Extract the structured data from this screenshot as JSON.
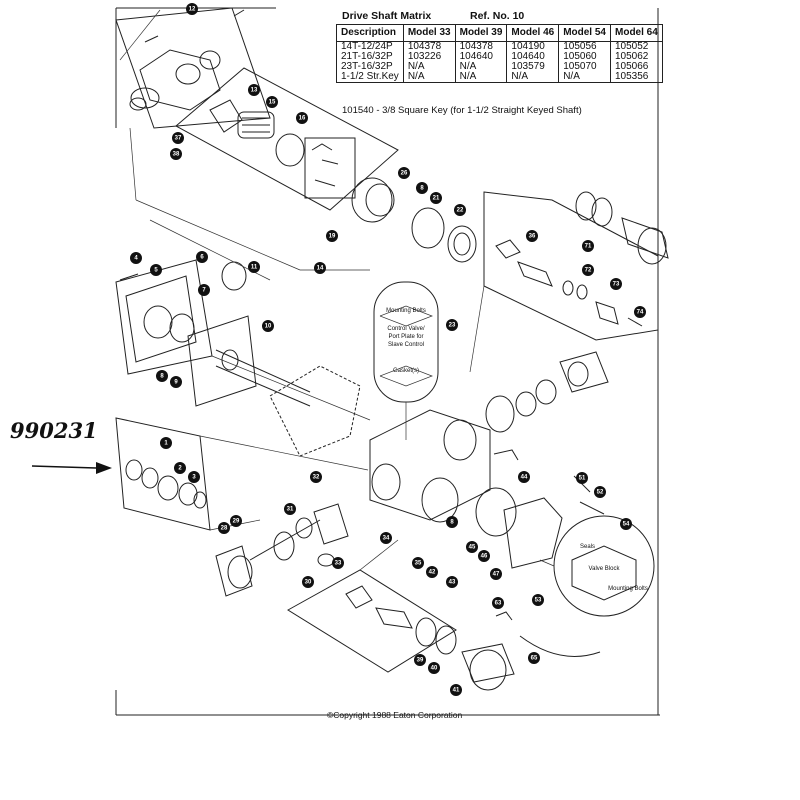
{
  "header": {
    "table_title": "Drive Shaft Matrix",
    "ref_no": "Ref. No. 10"
  },
  "matrix": {
    "columns": [
      "Description",
      "Model 33",
      "Model 39",
      "Model 46",
      "Model 54",
      "Model 64"
    ],
    "rows": [
      [
        "14T-12/24P",
        "104378",
        "104378",
        "104190",
        "105056",
        "105052"
      ],
      [
        "21T-16/32P",
        "103226",
        "104640",
        "104640",
        "105060",
        "105062"
      ],
      [
        "23T-16/32P",
        "N/A",
        "N/A",
        "103579",
        "105070",
        "105066"
      ],
      [
        "1-1/2 Str.Key",
        "N/A",
        "N/A",
        "N/A",
        "N/A",
        "105356"
      ]
    ]
  },
  "note": "101540 - 3/8 Square Key (for 1-1/2 Straight Keyed Shaft)",
  "part_code": "990231",
  "copyright": "©Copyright 1988 Eaton Corporation",
  "inset_control": {
    "mounting_bolts": "Mounting Bolts",
    "control_valve": "Control Valve/",
    "port_plate": "Port Plate for",
    "slave_control": "Slave Control",
    "gasket": "Gasket(s)"
  },
  "inset_valve": {
    "seals": "Seals",
    "valve_block": "Valve Block",
    "mounting_bolts": "Mounting Bolts"
  },
  "callouts": [
    "12",
    "13",
    "15",
    "16",
    "37",
    "38",
    "26",
    "8",
    "21",
    "22",
    "19",
    "14",
    "36",
    "71",
    "72",
    "73",
    "74",
    "4",
    "5",
    "6",
    "7",
    "11",
    "10",
    "8",
    "9",
    "23",
    "1",
    "2",
    "3",
    "28",
    "29",
    "32",
    "31",
    "30",
    "33",
    "34",
    "35",
    "8",
    "42",
    "43",
    "44",
    "45",
    "46",
    "47",
    "51",
    "52",
    "53",
    "54",
    "63",
    "39",
    "40",
    "41",
    "65"
  ]
}
